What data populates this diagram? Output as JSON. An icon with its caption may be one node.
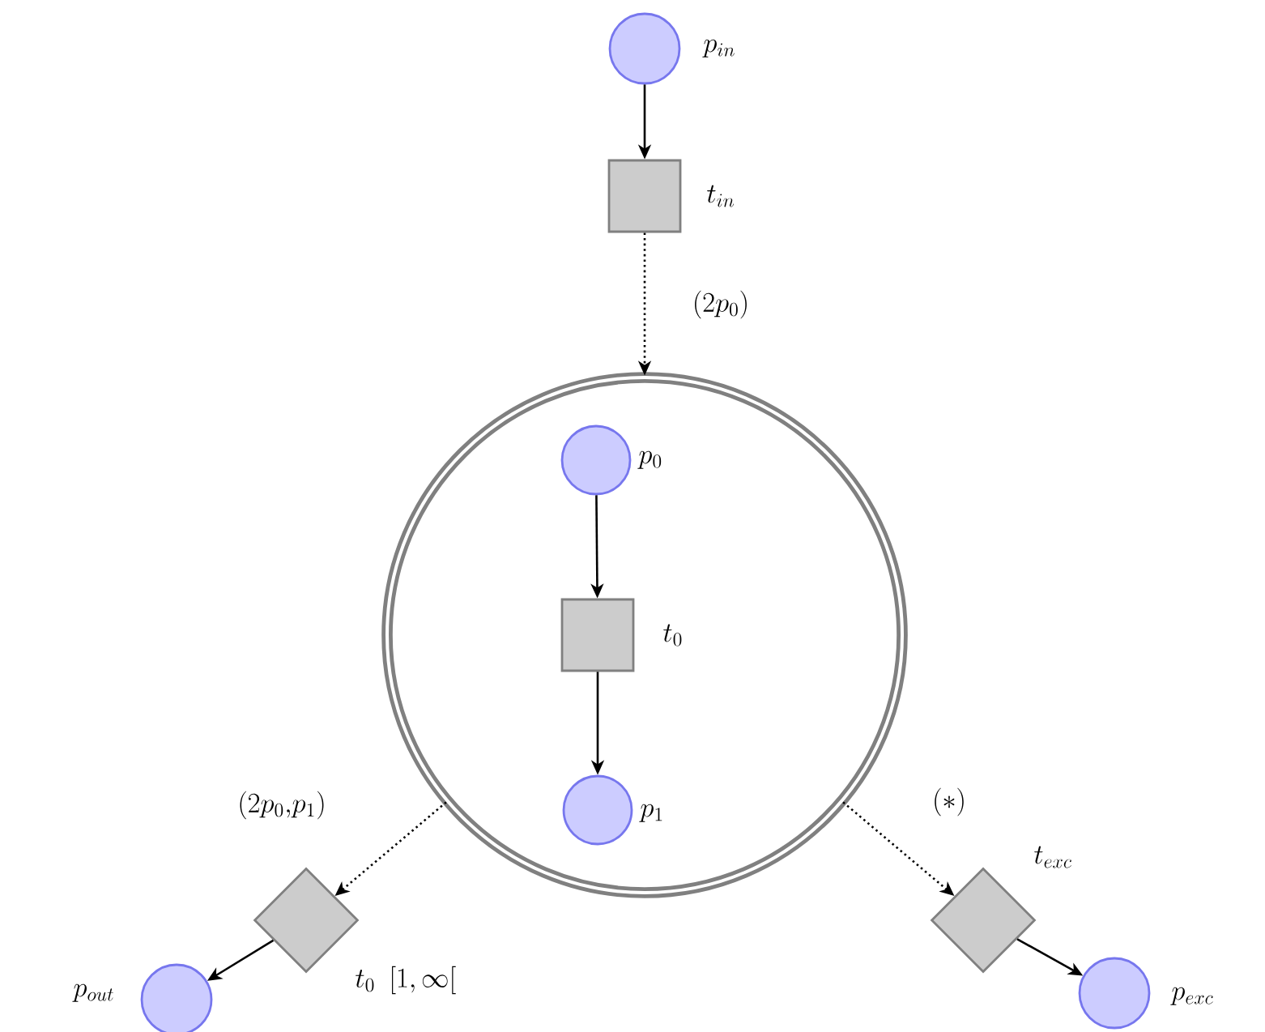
{
  "diagram": {
    "nodes": [
      {
        "text": [],
        "shape": "circle",
        "beside": [
          "p_{in}"
        ]
      },
      {
        "text": [],
        "shape": "box",
        "beside": [
          "t_{in}"
        ]
      },
      {
        "text": [],
        "shape": "circle"
      },
      {
        "text": [],
        "shape": "circle",
        "beside": [
          "p_0"
        ],
        "in": 2
      },
      {
        "text": [],
        "shape": "box",
        "beside": [
          "t_0"
        ],
        "in": 2
      },
      {
        "text": [],
        "shape": "circle",
        "beside": [
          "p_1"
        ],
        "in": 2
      },
      {
        "text": [],
        "shape": "diamond",
        "beside": [
          "t_0\\ \\ [1,\\infty["
        ]
      },
      {
        "text": [],
        "shape": "circle",
        "beside": [
          "p_{out}"
        ]
      },
      {
        "text": [],
        "shape": "diamond",
        "beside": [
          "t_{exc}"
        ]
      },
      {
        "text": [],
        "shape": "circle",
        "beside": [
          "p_{exc}"
        ]
      }
    ],
    "edges": [
      {
        "from": 0,
        "to": 1,
        "arrow": "to"
      },
      {
        "from": 1,
        "to": 2,
        "arrow": "to",
        "style": "dashed",
        "label": "(2p_0)"
      },
      {
        "from": 3,
        "to": 4,
        "arrow": "to"
      },
      {
        "from": 4,
        "to": 5,
        "arrow": "to"
      },
      {
        "from": 2,
        "to": 6,
        "arrow": "to",
        "style": "dashed",
        "label": "(2p_0{,}p_1)"
      },
      {
        "from": 6,
        "to": 7,
        "arrow": "to"
      },
      {
        "from": 2,
        "to": 8,
        "arrow": "to",
        "style": "dashed",
        "label": "(*)"
      },
      {
        "from": 8,
        "to": 9,
        "arrow": "to"
      }
    ]
  }
}
